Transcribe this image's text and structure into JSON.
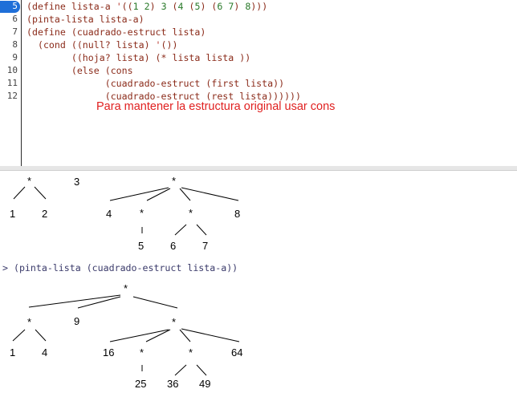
{
  "editor": {
    "highlighted_line": "5",
    "line_numbers": [
      "5",
      "6",
      "7",
      "8",
      "9",
      "10",
      "11",
      "12"
    ],
    "code_lines": [
      "(define lista-a '((1 2) 3 (4 (5) (6 7) 8)))",
      "(pinta-lista lista-a)",
      "(define (cuadrado-estruct lista)",
      "  (cond ((null? lista) '())",
      "        ((hoja? lista) (* lista lista ))",
      "        (else (cons",
      "              (cuadrado-estruct (first lista))",
      "              (cuadrado-estruct (rest lista))))))"
    ],
    "annotation": "Para mantener la estructura original usar cons"
  },
  "repl": {
    "tree1": {
      "nodes": [
        "*",
        "3",
        "*",
        "1",
        "2",
        "4",
        "*",
        "*",
        "8",
        "5",
        "6",
        "7"
      ]
    },
    "prompt": "> (pinta-lista (cuadrado-estruct lista-a))",
    "tree2": {
      "nodes": [
        "*",
        "*",
        "9",
        "*",
        "1",
        "4",
        "16",
        "*",
        "*",
        "64",
        "25",
        "36",
        "49"
      ]
    }
  },
  "colors": {
    "keyword": "#8b2b1a",
    "number": "#2a7a2a",
    "annotation": "#e02020",
    "highlight": "#1f6fd8"
  }
}
